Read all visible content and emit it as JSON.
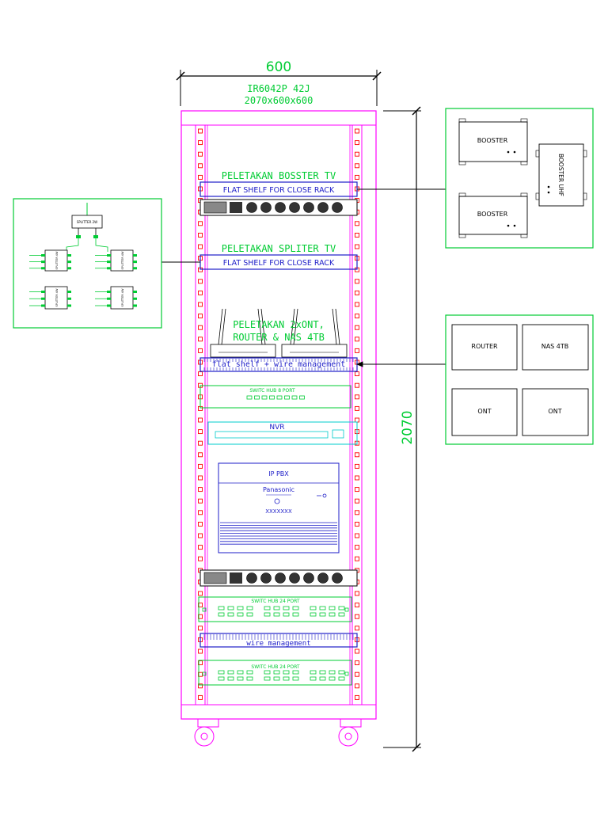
{
  "dimensions": {
    "width_label": "600",
    "height_label": "2070",
    "model": "IR6042P 42J",
    "size": "2070x600x600"
  },
  "rack": {
    "booster_note": "PELETAKAN BOSSTER TV",
    "shelf_top": "FLAT SHELF FOR CLOSE RACK",
    "splitter_note": "PELETAKAN SPLITER TV",
    "shelf_splitter": "FLAT SHELF FOR CLOSE RACK",
    "ont_note_line1": "PELETAKAN 2xONT,",
    "ont_note_line2": "ROUTER & NAS 4TB",
    "shelf_wire": "flat shelf + wire management",
    "switch8": "SWITC HUB 8 PORT",
    "nvr": "NVR",
    "ipbx_title": "IP PBX",
    "ipbx_brand": "Panasonic",
    "ipbx_model": "XXXXXXX",
    "switch24_a": "SWITC HUB 24 PORT",
    "wire_mgmt": "wire management",
    "switch24_b": "SWITC HUB 24 PORT"
  },
  "left_detail": {
    "splitter_top": "SPLITTER 2W",
    "splitter_a": "SPLITTER 4W",
    "splitter_b": "SPLITTER 4W",
    "splitter_c": "SPLITTER 4W",
    "splitter_d": "SPLITTER 4W"
  },
  "booster_detail": {
    "booster_1": "BOOSTER",
    "booster_2": "BOOSTER",
    "booster_uhf": "BOOSTER UHF"
  },
  "network_detail": {
    "router": "ROUTER",
    "nas": "NAS 4TB",
    "ont_1": "ONT",
    "ont_2": "ONT"
  },
  "colors": {
    "rack_frame": "#ff00ff",
    "dimension": "#000000",
    "annotation": "#00cc33",
    "shelf": "#1e1ec8",
    "nvr": "#00cccc",
    "rail_hole": "#ff0000"
  }
}
